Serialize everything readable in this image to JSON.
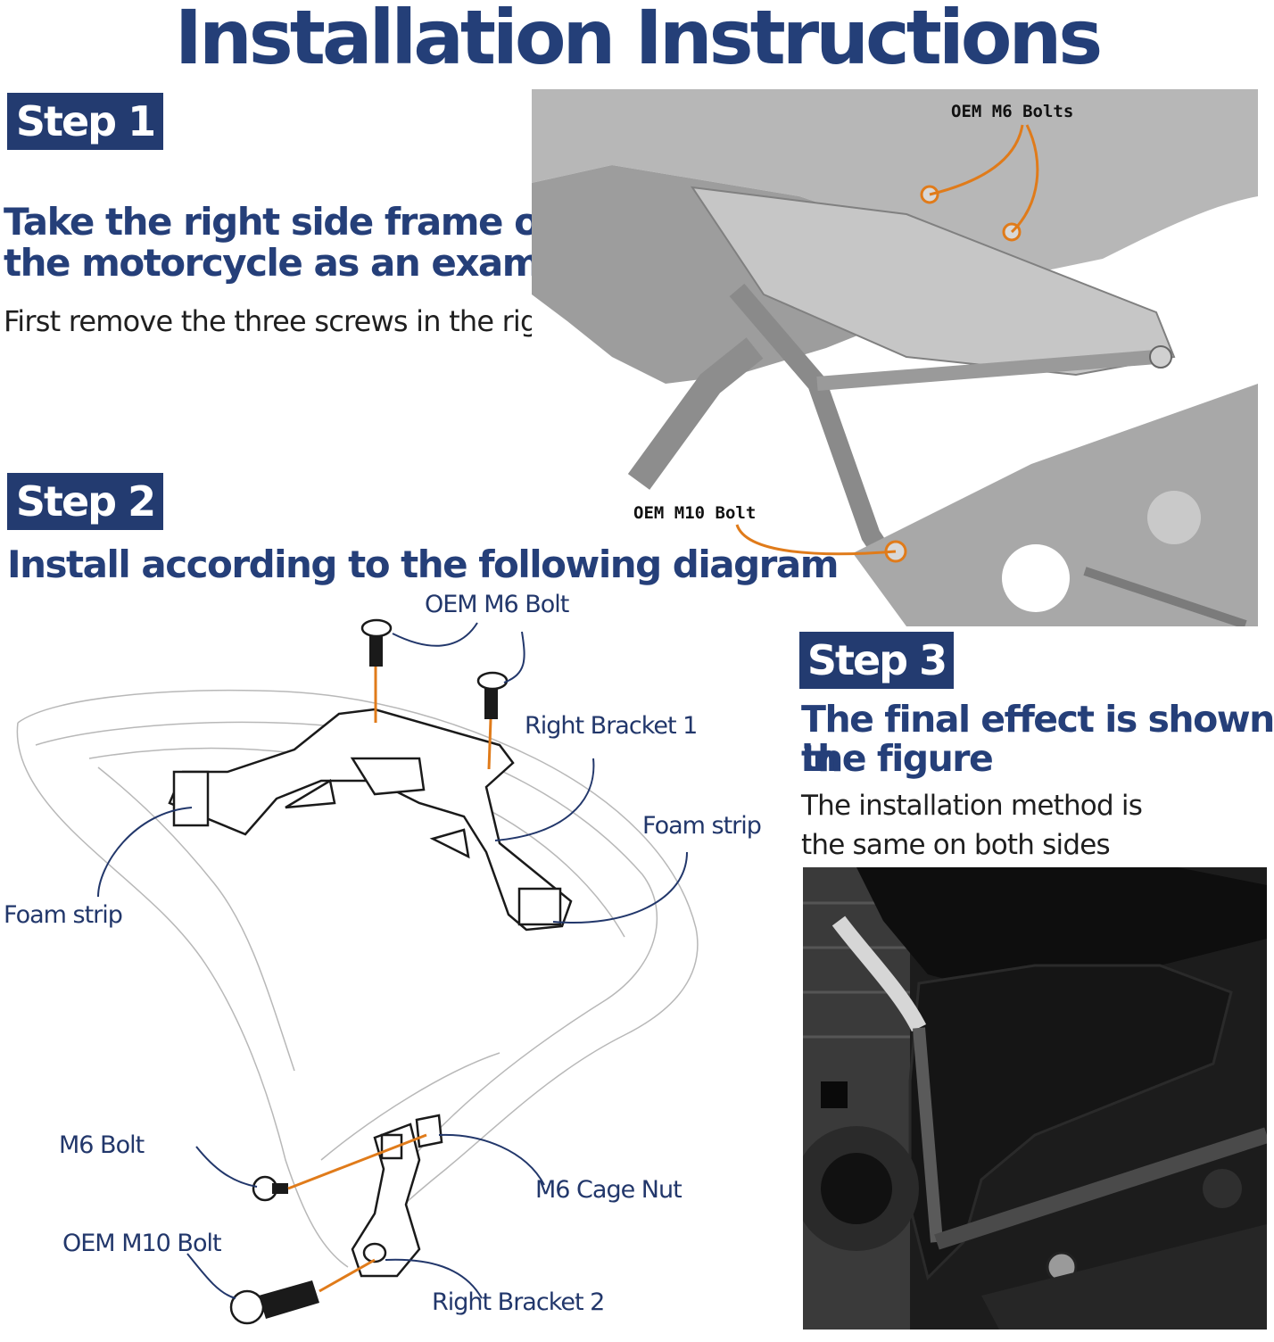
{
  "title": "Installation Instructions",
  "step1": {
    "badge": "Step 1",
    "heading_line1": "Take the right side frame of",
    "heading_line2": "the motorcycle as an example",
    "body": "First remove the three screws in the right picture",
    "photo_labels": {
      "m6": "OEM M6 Bolts",
      "m10": "OEM M10 Bolt"
    }
  },
  "step2": {
    "badge": "Step 2",
    "heading": "Install according to the following diagram",
    "diagram_labels": {
      "oem_m6_bolt": "OEM M6 Bolt",
      "right_bracket_1": "Right Bracket 1",
      "foam_strip_right": "Foam strip",
      "foam_strip_left": "Foam strip",
      "m6_bolt": "M6 Bolt",
      "m6_cage_nut": "M6 Cage Nut",
      "oem_m10_bolt": "OEM M10 Bolt",
      "right_bracket_2": "Right Bracket 2"
    }
  },
  "step3": {
    "badge": "Step 3",
    "heading_line1": "The final effect is shown in",
    "heading_line2": "the figure",
    "body_line1": "The installation method is",
    "body_line2": "the same on both sides"
  },
  "colors": {
    "navy": "#233b70",
    "callout_line": "#e07b1a",
    "leader_line": "#22376b"
  }
}
